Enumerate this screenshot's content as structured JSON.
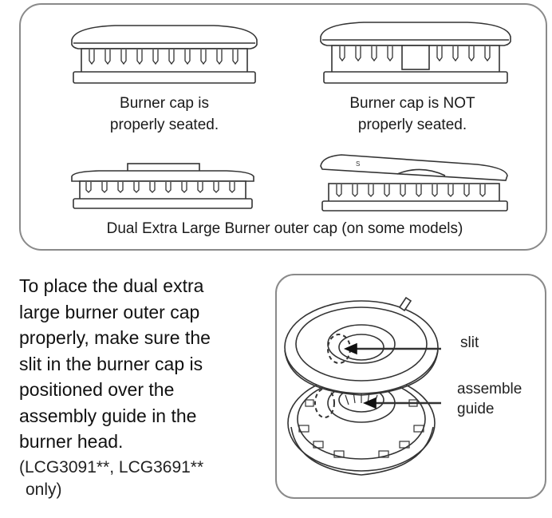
{
  "top_panel": {
    "seated_label_line1": "Burner cap is",
    "seated_label_line2": "properly seated.",
    "not_seated_label_line1": "Burner cap is NOT",
    "not_seated_label_line2": "properly seated.",
    "caption": "Dual Extra Large Burner outer cap (on some models)"
  },
  "instructions": {
    "text_line1": "To place the dual extra",
    "text_line2": "large burner outer cap",
    "text_line3": "properly, make sure the",
    "text_line4": "slit in the burner cap is",
    "text_line5": "positioned over the",
    "text_line6": "assembly guide in the",
    "text_line7": "burner head.",
    "note_line1": "(LCG3091**, LCG3691**",
    "note_line2": "only)"
  },
  "diagram": {
    "slit_label": "slit",
    "assemble_label_line1": "assemble",
    "assemble_label_line2": "guide"
  }
}
